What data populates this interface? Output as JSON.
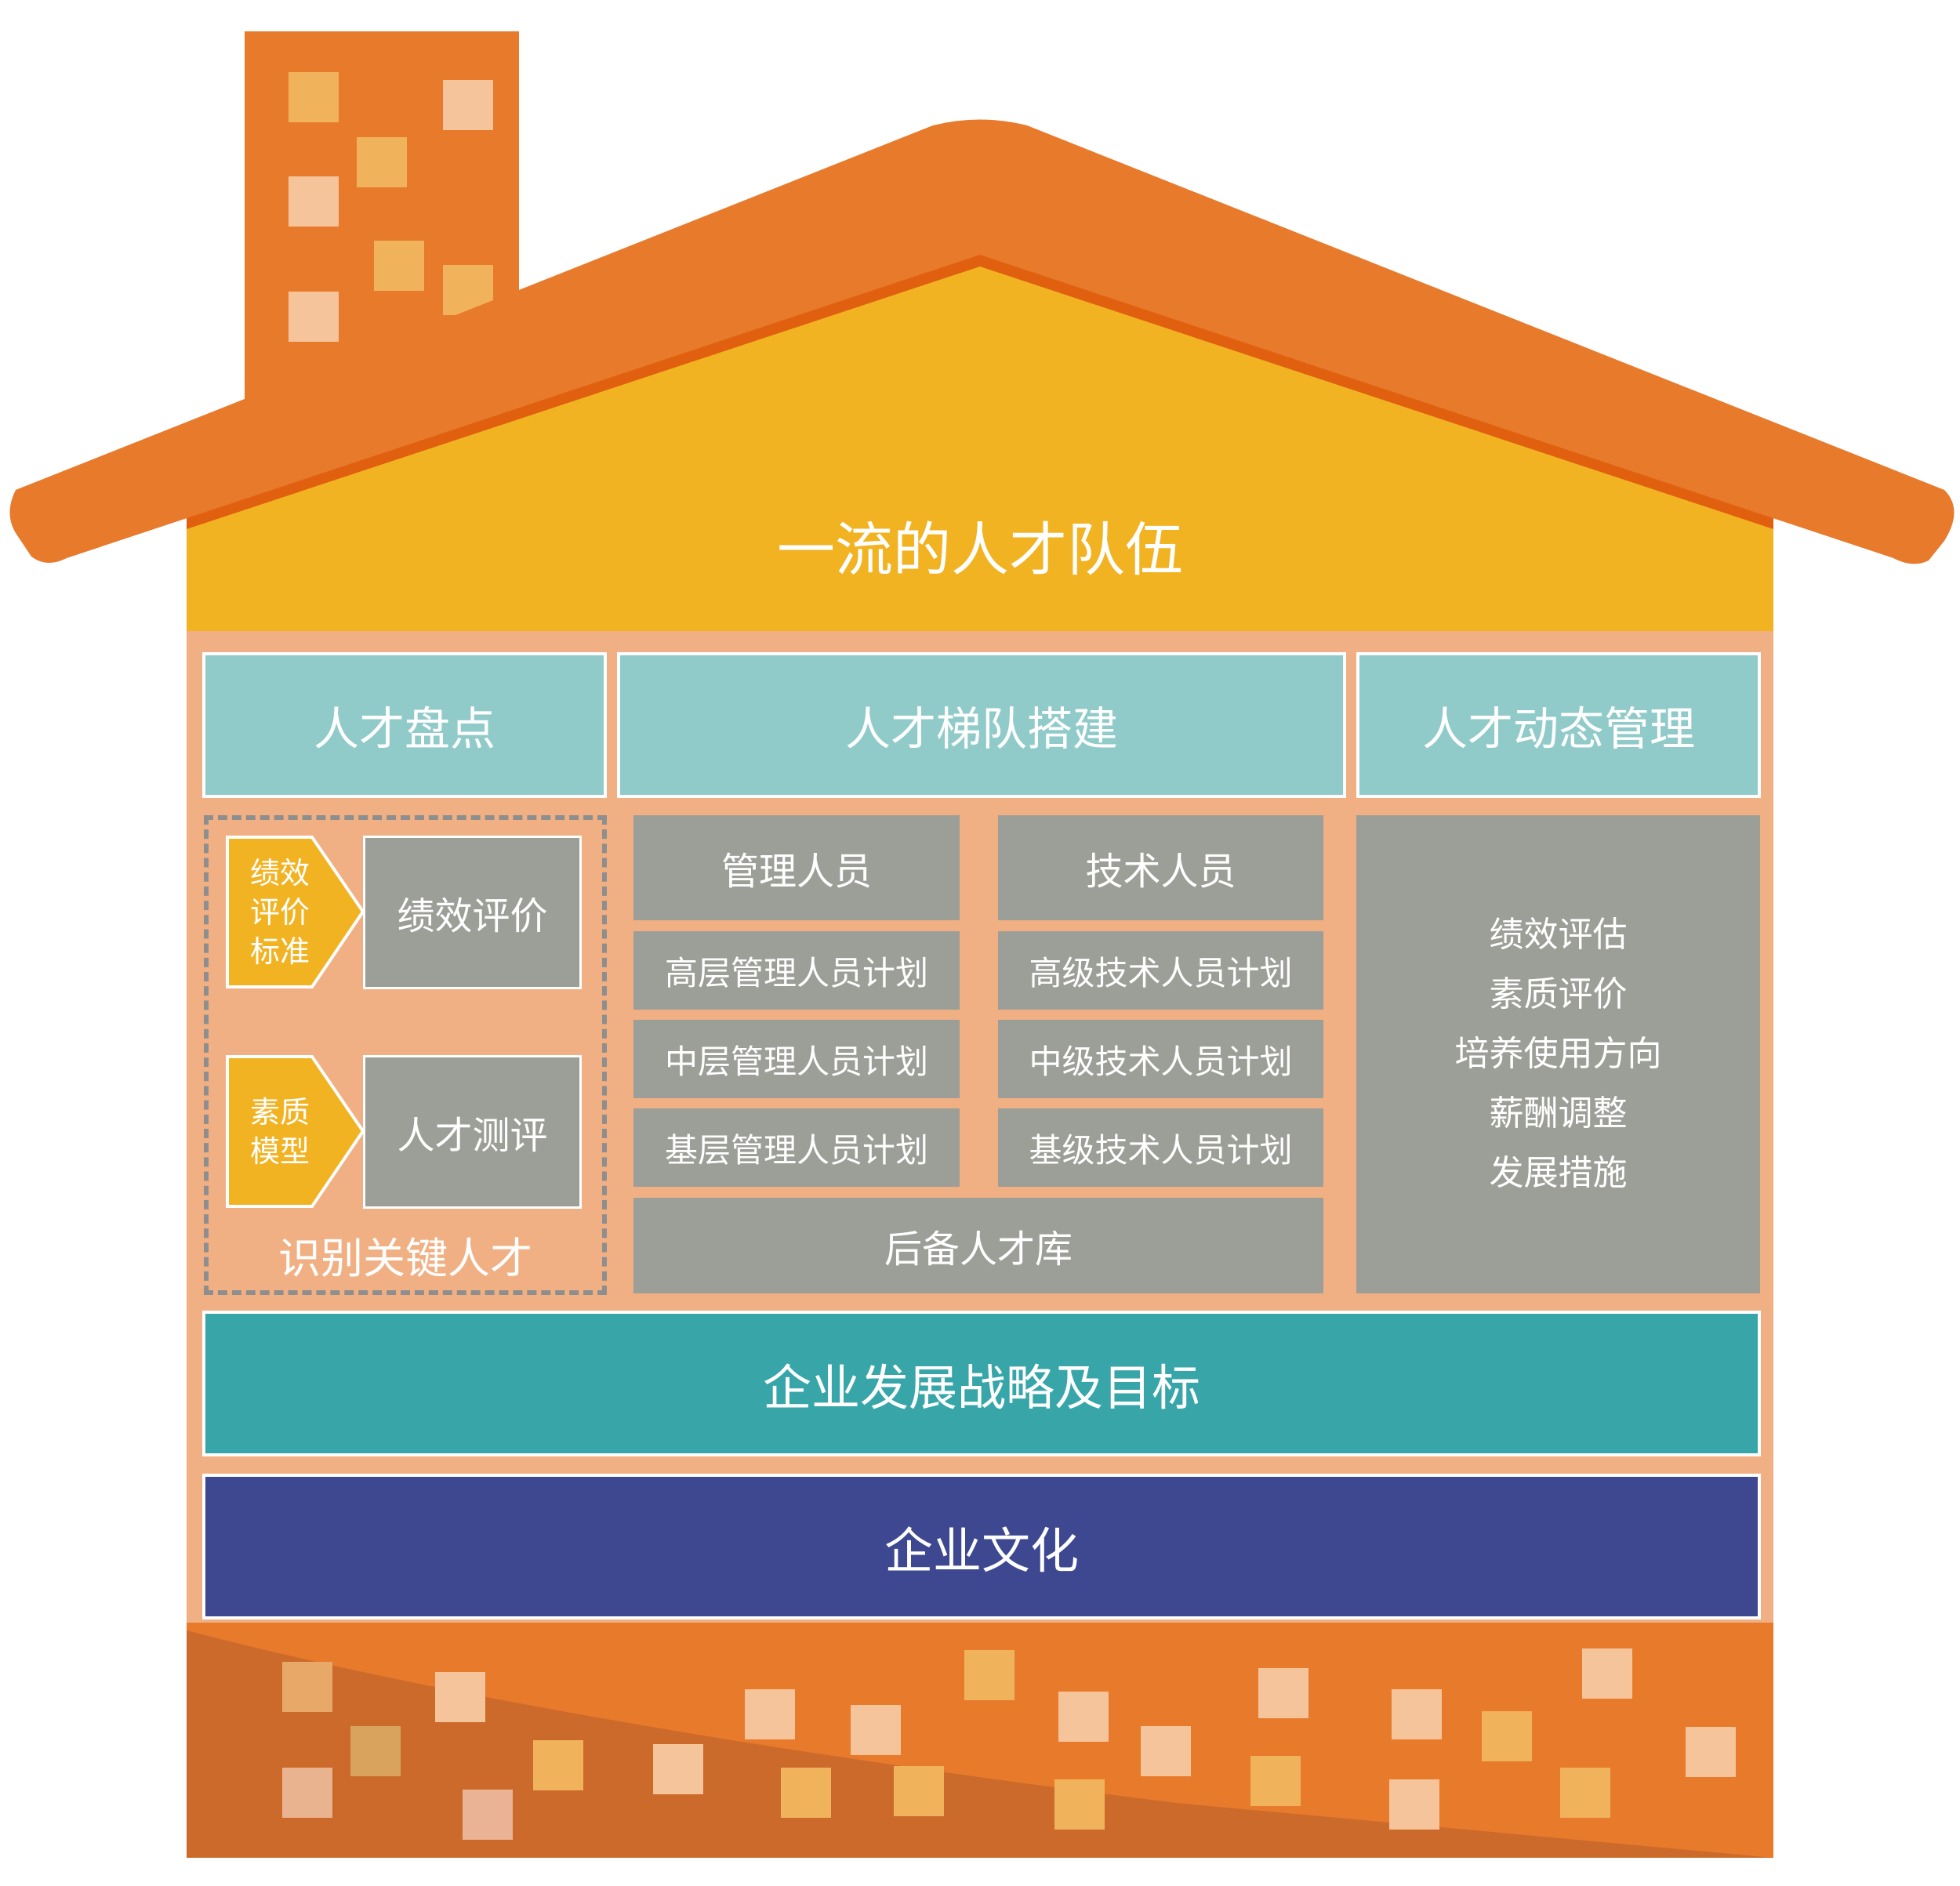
{
  "title": "一流的人才队伍",
  "pillars": {
    "left_header": "人才盘点",
    "middle_header": "人才梯队搭建",
    "right_header": "人才动态管理"
  },
  "identify": {
    "tag1": "绩效\n评价\n标准",
    "box1": "绩效评价",
    "tag2": "素质\n模型",
    "box2": "人才测评",
    "caption": "识别关键人才"
  },
  "ladder": {
    "mgmt_header": "管理人员",
    "tech_header": "技术人员",
    "mgmt_items": [
      "高层管理人员计划",
      "中层管理人员计划",
      "基层管理人员计划"
    ],
    "tech_items": [
      "高级技术人员计划",
      "中级技术人员计划",
      "基级技术人员计划"
    ],
    "reserve": "后备人才库"
  },
  "dynamic": {
    "items": [
      "绩效评估",
      "素质评价",
      "培养使用方向",
      "薪酬调整",
      "发展措施"
    ]
  },
  "strategy": "企业发展战略及目标",
  "culture": "企业文化",
  "colors": {
    "roof": "#e87a2c",
    "gable": "#f2b323",
    "wall": "#f1b083",
    "teal_header": "#90cbca",
    "gray_box": "#9c9e98",
    "tag": "#f2b323",
    "strategy": "#38a6a9",
    "culture": "#3d4891"
  }
}
